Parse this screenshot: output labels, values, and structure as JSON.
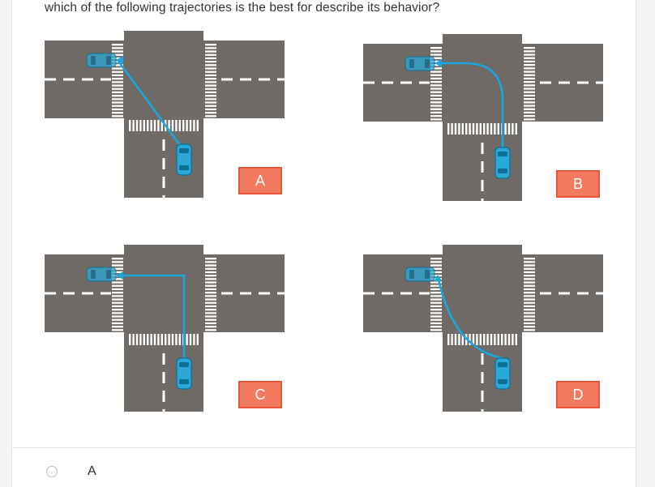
{
  "question": "which of the following trajectories is the best for describe its behavior?",
  "figures": [
    {
      "id": "A",
      "label": "A",
      "path": "straight-diagonal"
    },
    {
      "id": "B",
      "label": "B",
      "path": "rounded-corner"
    },
    {
      "id": "C",
      "label": "C",
      "path": "right-angle"
    },
    {
      "id": "D",
      "label": "D",
      "path": "wide-arc"
    }
  ],
  "answer": {
    "label": "A",
    "selected": false
  },
  "colors": {
    "road": "#6f6a66",
    "marking": "#ffffff",
    "car": "#2aa8d8",
    "car_dark": "#0e6f96",
    "trajectory": "#1aa7df",
    "tag_bg": "#f27a5e",
    "tag_border": "#e8563a"
  }
}
